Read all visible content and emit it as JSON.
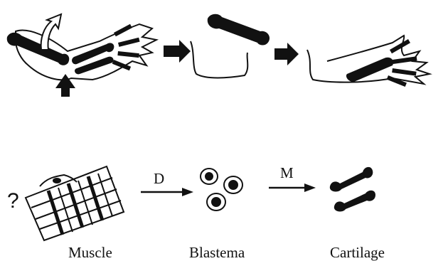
{
  "question_mark": "?",
  "arrow_labels": {
    "dedifferentiation": "D",
    "metaplasia": "M"
  },
  "stage_labels": {
    "muscle": "Muscle",
    "blastema": "Blastema",
    "cartilage": "Cartilage"
  },
  "colors": {
    "ink": "#111111",
    "background": "#ffffff"
  }
}
